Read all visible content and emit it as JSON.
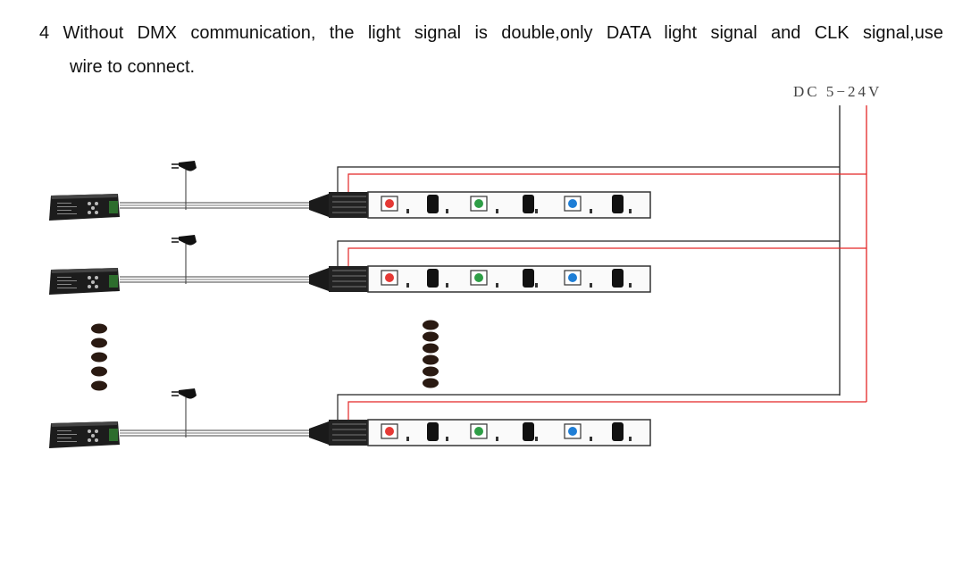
{
  "instruction": {
    "line1": "4 Without DMX communication, the light signal is double,only DATA light signal and CLK signal,use",
    "line2": "wire to connect."
  },
  "power_label": "DC 5−24V",
  "colors": {
    "positive_wire": "#e32626",
    "ground_wire": "#222222",
    "led_red": "#e53935",
    "led_green": "#2e9e46",
    "led_blue": "#1e7ed6",
    "controller_body": "#1c1c1c",
    "ellipsis_dot": "#2a1a12"
  },
  "rows": [
    {
      "id": "row-1",
      "controller": "controller",
      "adapter": "power-adapter",
      "strip_leds": [
        "red",
        "green",
        "blue"
      ]
    },
    {
      "id": "row-2",
      "controller": "controller",
      "adapter": "power-adapter",
      "strip_leds": [
        "red",
        "green",
        "blue"
      ]
    },
    {
      "id": "row-3",
      "controller": "controller",
      "adapter": "power-adapter",
      "strip_leds": [
        "red",
        "green",
        "blue"
      ]
    }
  ],
  "ellipsis": {
    "controllers_dots": 5,
    "strips_dots": 6
  }
}
